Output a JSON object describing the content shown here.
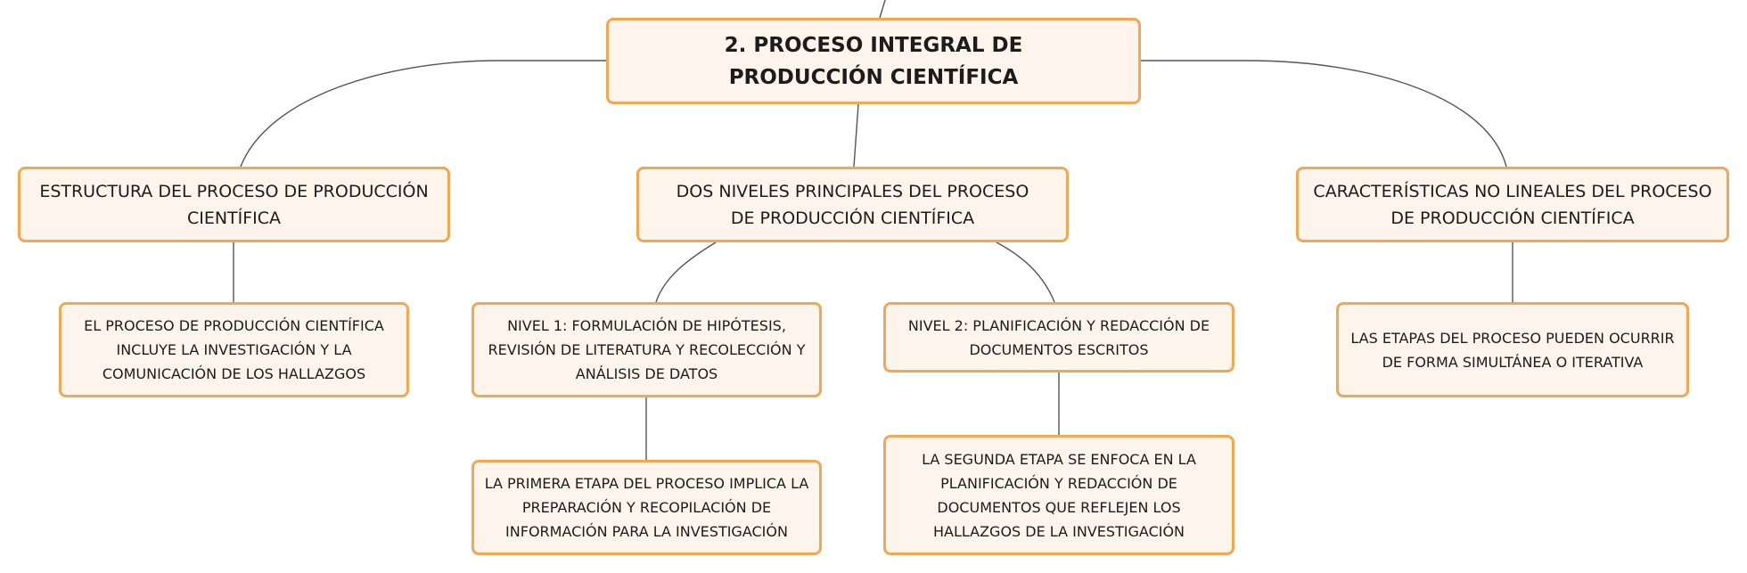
{
  "mindmap": {
    "root": {
      "label": "2. PROCESO INTEGRAL DE PRODUCCIÓN CIENTÍFICA"
    },
    "branches": [
      {
        "label": "ESTRUCTURA DEL PROCESO DE PRODUCCIÓN CIENTÍFICA",
        "children": [
          {
            "label": "EL PROCESO DE PRODUCCIÓN CIENTÍFICA INCLUYE LA INVESTIGACIÓN Y LA COMUNICACIÓN DE LOS HALLAZGOS"
          }
        ]
      },
      {
        "label": "DOS NIVELES PRINCIPALES DEL PROCESO DE PRODUCCIÓN CIENTÍFICA",
        "children": [
          {
            "label": "NIVEL 1: FORMULACIÓN DE HIPÓTESIS, REVISIÓN DE LITERATURA Y RECOLECCIÓN Y ANÁLISIS DE DATOS",
            "children": [
              {
                "label": "LA PRIMERA ETAPA DEL PROCESO IMPLICA LA PREPARACIÓN Y RECOPILACIÓN DE INFORMACIÓN PARA LA INVESTIGACIÓN"
              }
            ]
          },
          {
            "label": "NIVEL 2: PLANIFICACIÓN Y REDACCIÓN DE DOCUMENTOS ESCRITOS",
            "children": [
              {
                "label": "LA SEGUNDA ETAPA SE ENFOCA EN LA PLANIFICACIÓN Y REDACCIÓN DE DOCUMENTOS QUE REFLEJEN LOS HALLAZGOS DE LA INVESTIGACIÓN"
              }
            ]
          }
        ]
      },
      {
        "label": "CARACTERÍSTICAS NO LINEALES DEL PROCESO DE PRODUCCIÓN CIENTÍFICA",
        "children": [
          {
            "label": "LAS ETAPAS DEL PROCESO PUEDEN OCURRIR DE FORMA SIMULTÁNEA O ITERATIVA"
          }
        ]
      }
    ]
  },
  "colors": {
    "node_fill": "#fdf4ec",
    "node_border": "#f2a852",
    "connector": "#555555",
    "text": "#1c1c1c"
  }
}
